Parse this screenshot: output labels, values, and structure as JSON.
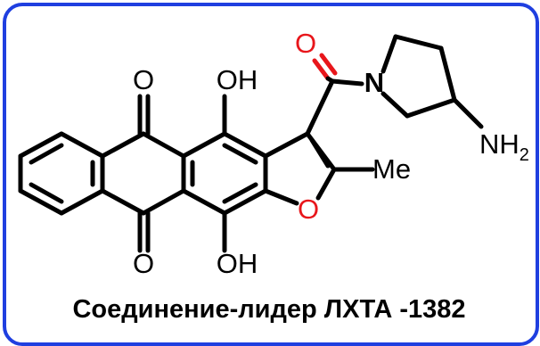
{
  "colors": {
    "frame": "#1f3fe0",
    "bond": "#000000",
    "heteroatom_red": "#e8161b"
  },
  "atoms": {
    "o_top": "O",
    "oh_top": "OH",
    "o_carbonyl": "O",
    "n_ring": "N",
    "nh2": "NH",
    "nh2_sub": "2",
    "me": "Me",
    "o_furan": "O",
    "o_bottom": "O",
    "oh_bottom": "OH"
  },
  "caption": "Соединение-лидер ЛХТА -1382"
}
